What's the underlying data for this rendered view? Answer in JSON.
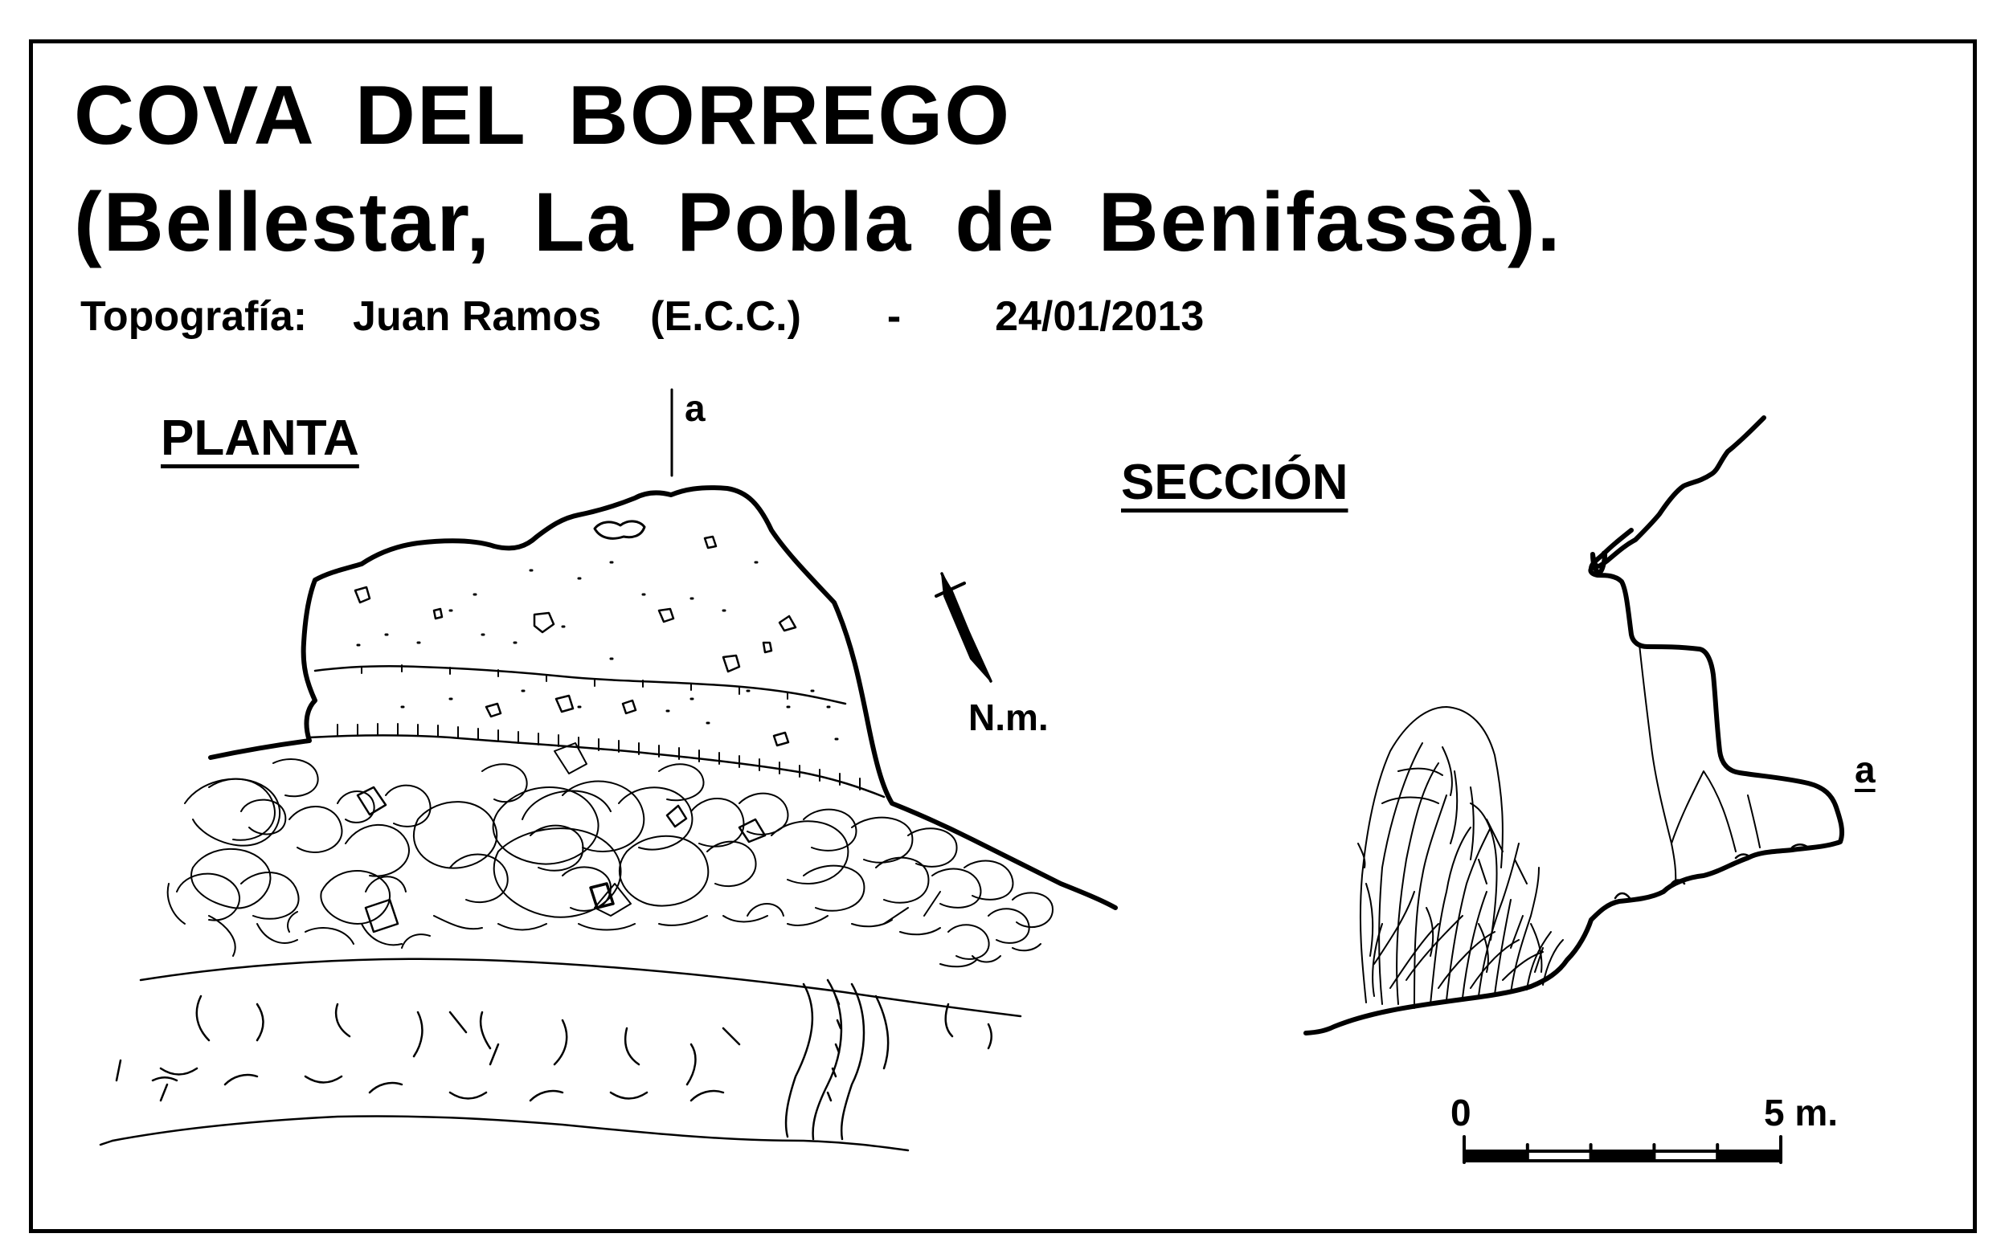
{
  "title": {
    "line1": "COVA DEL BORREGO",
    "line2": "(Bellestar, La Pobla de Benifassà)."
  },
  "credits": {
    "label": "Topografía:",
    "author": "Juan Ramos",
    "group": "(E.C.C.)",
    "separator": "-",
    "date": "24/01/2013"
  },
  "plan": {
    "label": "PLANTA",
    "section_mark": "a",
    "north_label": "N.m."
  },
  "section": {
    "label": "SECCIÓN",
    "section_mark": "a"
  },
  "scale": {
    "start_label": "0",
    "end_label": "5 m.",
    "length_m": 5,
    "divisions": 5
  }
}
